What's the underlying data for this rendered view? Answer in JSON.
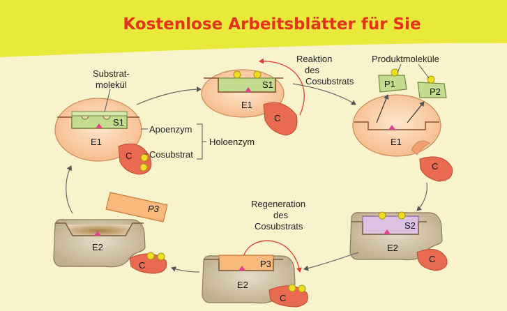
{
  "title": "Kostenlose Arbeitsblätter für Sie",
  "labels": {
    "substrat_line1": "Substrat-",
    "substrat_line2": "molekül",
    "apoenzym": "Apoenzym",
    "holoenzym": "Holoenzym",
    "cosubstrat": "Cosubstrat",
    "reaktion_line1": "Reaktion",
    "reaktion_line2": "des",
    "reaktion_line3": "Cosubstrats",
    "produkt": "Produktmoleküle",
    "regeneration_line1": "Regeneration",
    "regeneration_line2": "des",
    "regeneration_line3": "Cosubstrats"
  },
  "marks": {
    "e1": "E1",
    "e2": "E2",
    "s1": "S1",
    "s2": "S2",
    "p1": "P1",
    "p2": "P2",
    "p3": "P3",
    "c": "C"
  },
  "colors": {
    "title": "#e4321b",
    "banner": "#e9e93c",
    "background": "#f8f3cc",
    "e1_fill": "#fdd0a8",
    "e2_fill": "#d3c7b0",
    "substrate": "#c4dc8e",
    "substrate_s2": "#dcc1e3",
    "product_p3": "#f8b97c",
    "cosubstrate": "#e86b50",
    "ligand": "#eedd22",
    "active_site": "#e3408f",
    "arrow": "#555555",
    "red_arrow": "#e13a2d"
  }
}
